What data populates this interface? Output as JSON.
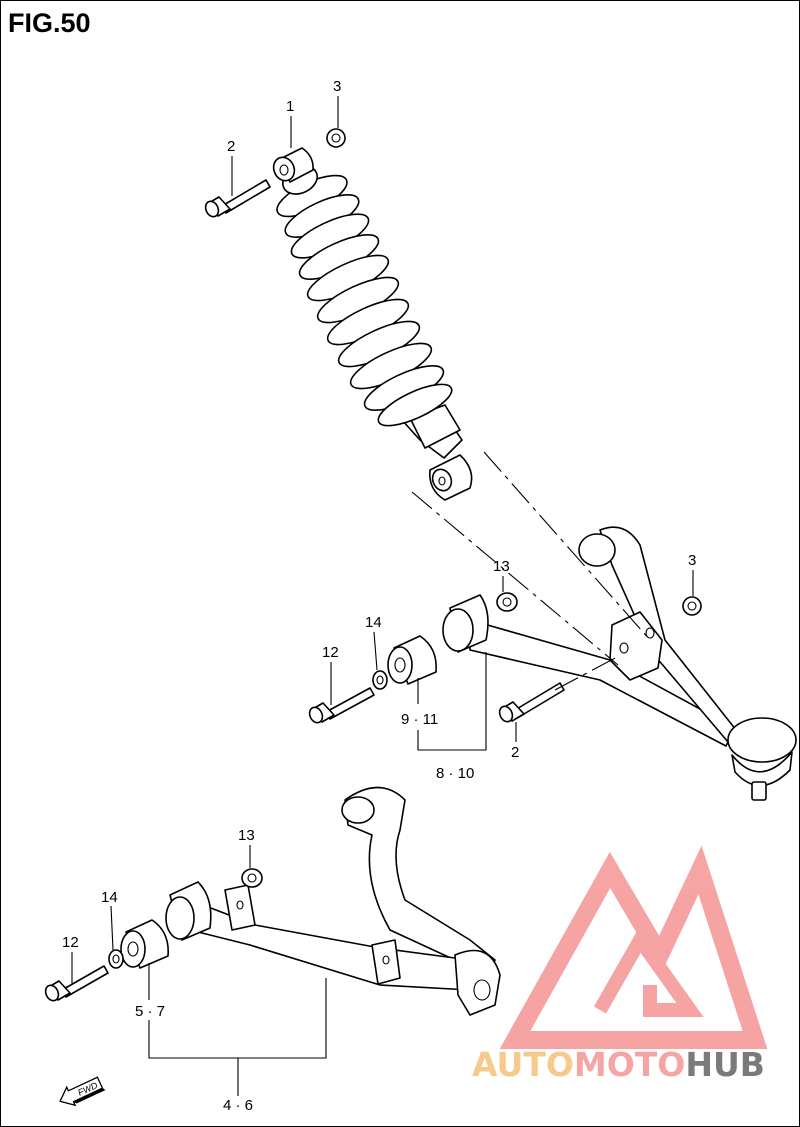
{
  "figure": {
    "title": "FIG.50"
  },
  "callouts": {
    "shock_bushing": "1",
    "shock_bolt": "2",
    "shock_nut": "3",
    "upper_nut": "3",
    "upper_bolt": "2",
    "upper_nut_13": "13",
    "upper_washer_14": "14",
    "upper_bolt_12": "12",
    "upper_bushing": "9 · 11",
    "upper_arm": "8 · 10",
    "lower_nut_13": "13",
    "lower_washer_14": "14",
    "lower_bolt_12": "12",
    "lower_bushing": "5 · 7",
    "lower_arm": "4 · 6"
  },
  "fwd_marker": {
    "label": "FWD",
    "icon": "fwd-arrow-icon"
  },
  "watermark": {
    "parts": [
      "AUTO",
      "MOTO",
      "HUB"
    ],
    "colors": {
      "auto": "#f7c98a",
      "moto": "#f6a5a5",
      "hub": "#7a7a7a",
      "logo": "#f59a9a"
    }
  }
}
